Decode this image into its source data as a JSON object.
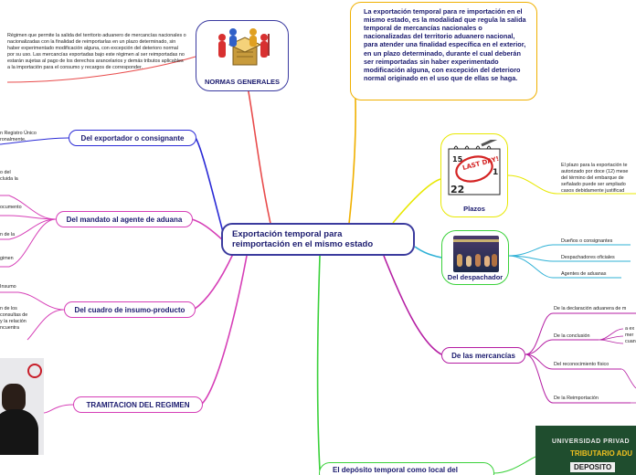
{
  "central": {
    "title_line1": "Exportación temporal para",
    "title_line2": "reimportación en el mismo estado"
  },
  "right_top_note": "La exportación temporal para re importación en el mismo estado, es la modalidad que regula la salida temporal de mercancías nacionales o nacionalizadas del territorio aduanero nacional, para atender una finalidad específica en el exterior, en un plazo determinado, durante el cual deberán ser reimportadas sin haber experimentado modificación alguna, con excepción del deterioro normal originado en el uso que de ellas se haga.",
  "normas": {
    "label": "NORMAS GENERALES",
    "note": "Régimen que permite la salida del territorio aduanero de mercancías nacionales o nacionalizadas con la finalidad de reimportarlas en un plazo determinado, sin haber experimentado modificación alguna, con excepción del deterioro normal por su uso. Las mercancías exportadas bajo este régimen al ser reimportadas no estarán sujetas al pago de los derechos arancelarios y demás tributos aplicables a la importación para el consumo y recargos de corresponder."
  },
  "left_branches": [
    {
      "label": "Del exportador o consignante"
    },
    {
      "label": "Del mandato al agente de aduana"
    },
    {
      "label": "Del cuadro de insumo-producto"
    },
    {
      "label": "TRAMITACION DEL REGIMEN"
    }
  ],
  "left_fragments": {
    "exportador": [
      "n Registro Único",
      "ronalmente."
    ],
    "mandato": [
      "o del",
      "cluida la",
      "ocumento",
      "n de la",
      "gimen"
    ],
    "cuadro": [
      "Insumo",
      "n de los",
      "consultas de",
      "y la relación",
      "ncuentra"
    ]
  },
  "plazos": {
    "label": "Plazos",
    "icon_text": "LAST DAY!",
    "note": [
      "El plazo para la exportación te",
      "autorizado por doce (12) mese",
      "del término del embarque de",
      "señalado puede ser ampliado",
      "casos debidamente justificad"
    ]
  },
  "despachador": {
    "label": "Del despachador",
    "leaves": [
      "Dueños o  consignantes",
      "Despachadores oficiales",
      "Agentes de aduanas"
    ]
  },
  "mercancias": {
    "label": "De las mercancías",
    "leaves": [
      "De la declaración aduanera de m",
      "De la conclusión",
      "Del reconocimiento físico",
      "De la Reimportación"
    ],
    "conclusion_fragments": [
      "a ex",
      "mer",
      "cuan"
    ]
  },
  "deposito": {
    "label": "El depósito temporal como local del"
  },
  "banner": {
    "line1": "UNIVERSIDAD PRIVAD",
    "line2": "TRIBUTARIO ADU",
    "line3": "DEPOSITO"
  },
  "colors": {
    "central_border": "#3b3b9e",
    "exportador_wire": "#2b2bd6",
    "mandato_wire": "#d63fb7",
    "tramitacion_wire": "#d63fb7",
    "plazos_wire": "#e8e800",
    "despachador_wire": "#2fb1d6",
    "mercancias_wire": "#b51ea3",
    "deposito_wire": "#3ad13a",
    "normas_wire": "#e84b4b"
  }
}
